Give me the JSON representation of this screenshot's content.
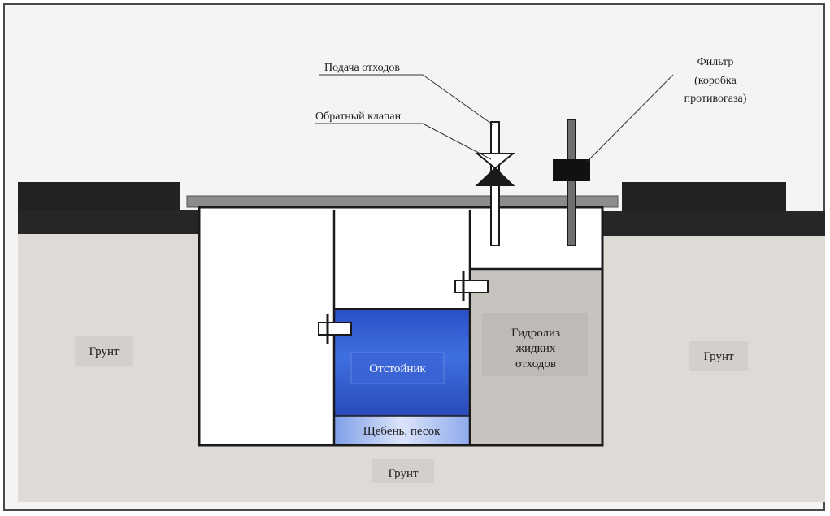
{
  "labels": {
    "feed": "Подача отходов",
    "check_valve": "Обратный клапан",
    "filter": "Фильтр",
    "filter_note_1": "(коробка",
    "filter_note_2": "противогаза)",
    "settler": "Отстойник",
    "gravel": "Щебень, песок",
    "hydrolysis_1": "Гидролиз",
    "hydrolysis_2": "жидких",
    "hydrolysis_3": "отходов",
    "soil_left": "Грунт",
    "soil_right": "Грунт",
    "soil_bottom": "Грунт"
  },
  "colors": {
    "soil": "#dddbd6",
    "surface": "#1f1f1f",
    "lid": "#8a8a8a",
    "chamber_fill": "#c6c3be",
    "settler_blue": "#2f55c9",
    "gravel_blue": "#a9bff0",
    "outline": "#1a1a1a"
  }
}
